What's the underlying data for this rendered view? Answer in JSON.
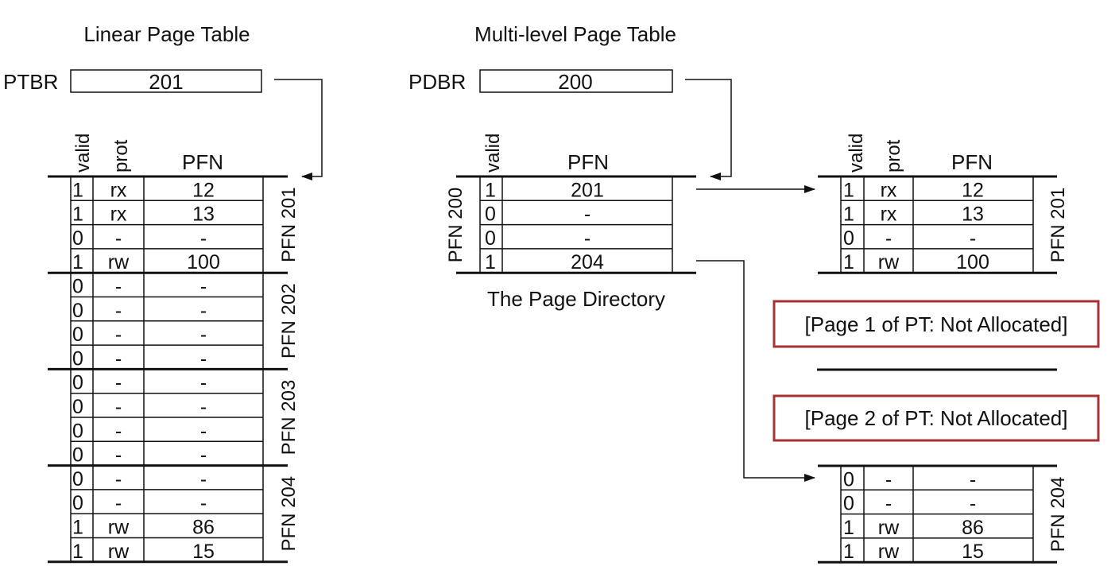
{
  "linear": {
    "title": "Linear Page Table",
    "register_label": "PTBR",
    "register_value": "201",
    "headers": {
      "valid": "valid",
      "prot": "prot",
      "pfn": "PFN"
    },
    "rows": [
      [
        "1",
        "rx",
        "12"
      ],
      [
        "1",
        "rx",
        "13"
      ],
      [
        "0",
        "-",
        "-"
      ],
      [
        "1",
        "rw",
        "100"
      ],
      [
        "0",
        "-",
        "-"
      ],
      [
        "0",
        "-",
        "-"
      ],
      [
        "0",
        "-",
        "-"
      ],
      [
        "0",
        "-",
        "-"
      ],
      [
        "0",
        "-",
        "-"
      ],
      [
        "0",
        "-",
        "-"
      ],
      [
        "0",
        "-",
        "-"
      ],
      [
        "0",
        "-",
        "-"
      ],
      [
        "0",
        "-",
        "-"
      ],
      [
        "0",
        "-",
        "-"
      ],
      [
        "1",
        "rw",
        "86"
      ],
      [
        "1",
        "rw",
        "15"
      ]
    ],
    "page_labels": [
      "PFN 201",
      "PFN 202",
      "PFN 203",
      "PFN 204"
    ]
  },
  "multilevel": {
    "title": "Multi-level Page Table",
    "register_label": "PDBR",
    "register_value": "200",
    "directory": {
      "headers": {
        "valid": "valid",
        "pfn": "PFN"
      },
      "rows": [
        [
          "1",
          "201"
        ],
        [
          "0",
          "-"
        ],
        [
          "0",
          "-"
        ],
        [
          "1",
          "204"
        ]
      ],
      "page_label": "PFN 200",
      "caption": "The Page Directory"
    },
    "pt_page_201": {
      "headers": {
        "valid": "valid",
        "prot": "prot",
        "pfn": "PFN"
      },
      "rows": [
        [
          "1",
          "rx",
          "12"
        ],
        [
          "1",
          "rx",
          "13"
        ],
        [
          "0",
          "-",
          "-"
        ],
        [
          "1",
          "rw",
          "100"
        ]
      ],
      "page_label": "PFN 201"
    },
    "not_allocated_1": "[Page 1 of PT: Not Allocated]",
    "not_allocated_2": "[Page 2 of PT: Not Allocated]",
    "pt_page_204": {
      "rows": [
        [
          "0",
          "-",
          "-"
        ],
        [
          "0",
          "-",
          "-"
        ],
        [
          "1",
          "rw",
          "86"
        ],
        [
          "1",
          "rw",
          "15"
        ]
      ],
      "page_label": "PFN 204"
    }
  },
  "colors": {
    "highlight_border": "#a83232",
    "line": "#111111"
  }
}
